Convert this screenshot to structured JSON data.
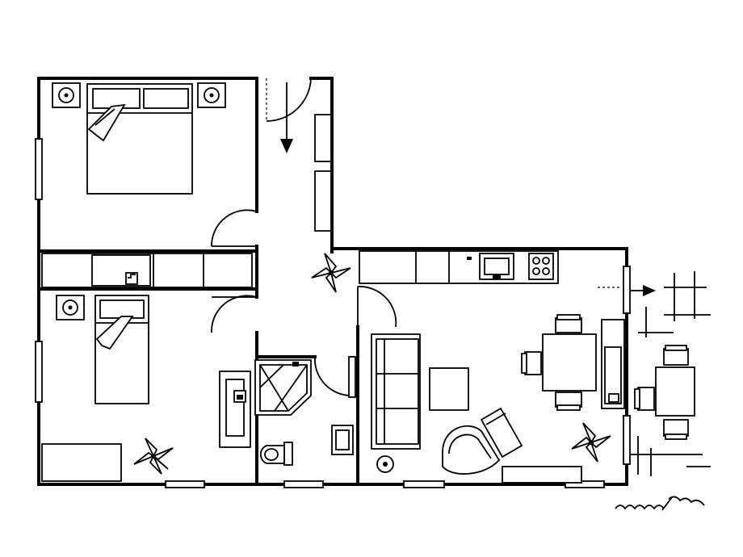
{
  "plan": {
    "background": "#ffffff",
    "stroke": "#000000",
    "rooms": [
      "bedroom-master",
      "bedroom-second",
      "hallway",
      "bathroom",
      "living-kitchen",
      "terrace"
    ],
    "icons": [
      "plant-icon",
      "entry-arrow-icon",
      "lamp-icon",
      "toilet-icon",
      "shower-icon",
      "bed-icon",
      "armchair-icon",
      "sofa-icon",
      "stove-icon",
      "sink-icon",
      "table-icon",
      "chair-icon",
      "hedge-icon"
    ]
  }
}
